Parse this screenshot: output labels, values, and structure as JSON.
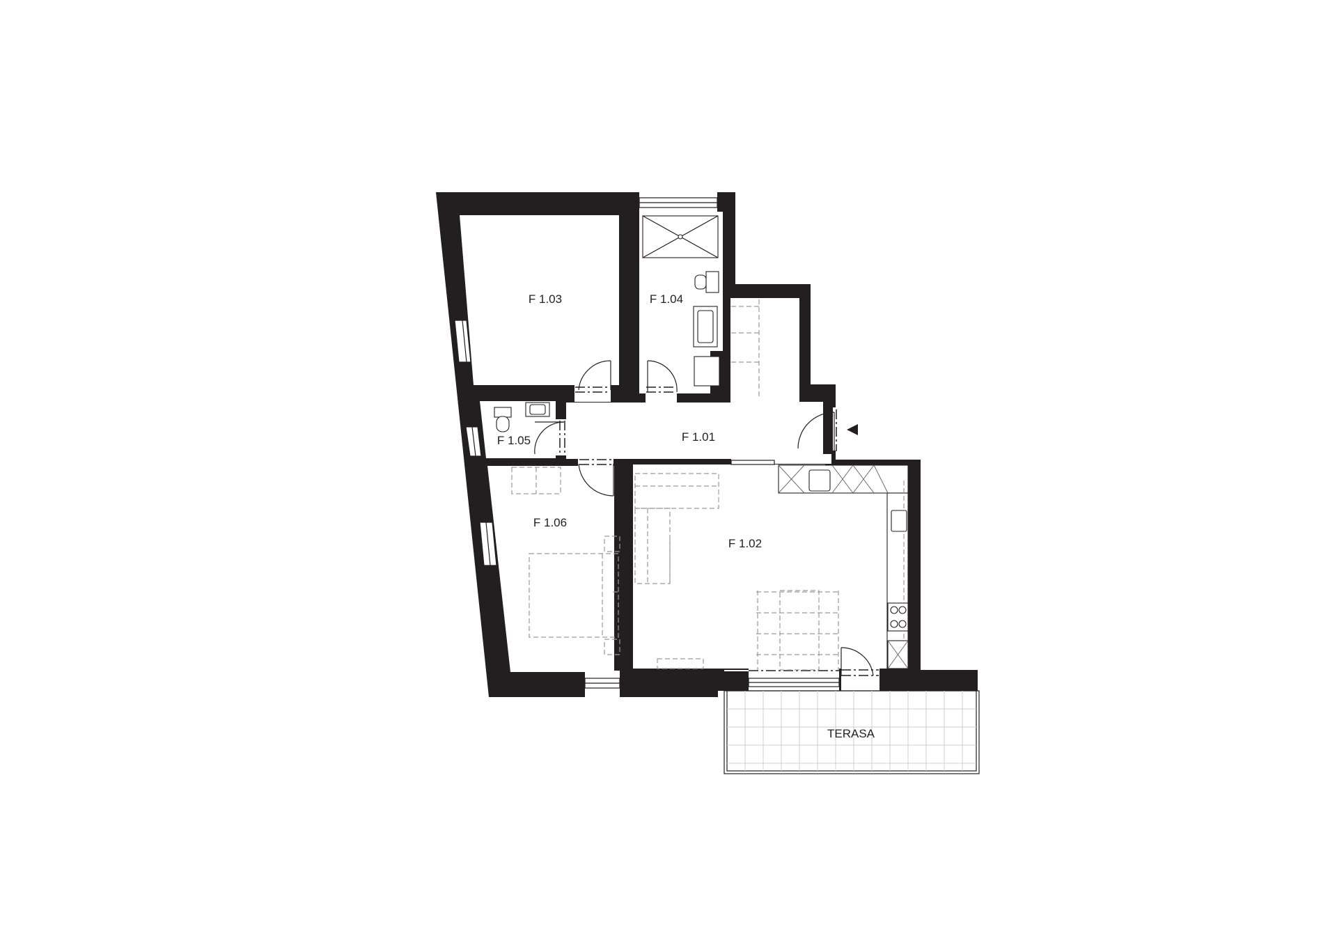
{
  "rooms": {
    "r103": "F 1.03",
    "r104": "F 1.04",
    "r101": "F 1.01",
    "r105": "F 1.05",
    "r106": "F 1.06",
    "r102": "F 1.02",
    "terrace": "TERASA"
  },
  "colors": {
    "wall": "#231f20",
    "background": "#ffffff",
    "furniture": "#9a9a9a"
  },
  "icons": [
    "entrance-arrow-icon"
  ]
}
